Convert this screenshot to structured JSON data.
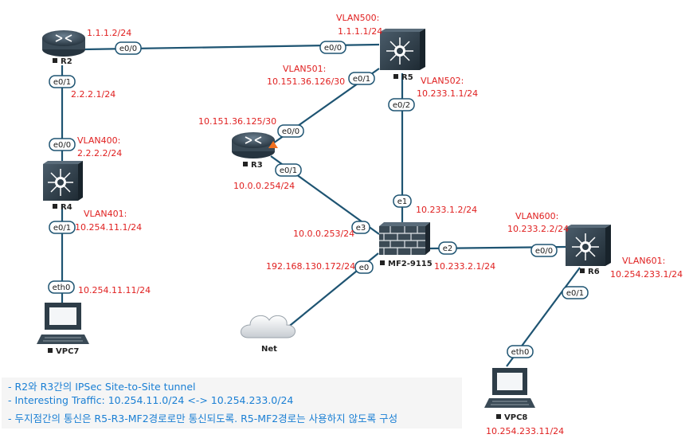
{
  "nodes": {
    "R2": {
      "name": "R2",
      "kind": "router"
    },
    "R3": {
      "name": "R3",
      "kind": "router"
    },
    "R4": {
      "name": "R4",
      "kind": "switch"
    },
    "R5": {
      "name": "R5",
      "kind": "switch"
    },
    "R6": {
      "name": "R6",
      "kind": "switch"
    },
    "MF2": {
      "name": "MF2-9115",
      "kind": "firewall"
    },
    "VPC7": {
      "name": "VPC7",
      "kind": "pc"
    },
    "VPC8": {
      "name": "VPC8",
      "kind": "pc"
    },
    "NET": {
      "name": "Net",
      "kind": "cloud"
    }
  },
  "interfaces": {
    "r2_e00": "e0/0",
    "r5_e00": "e0/0",
    "r2_e01": "e0/1",
    "r4_e00": "e0/0",
    "r5_e01": "e0/1",
    "r3_e00": "e0/0",
    "r5_e02": "e0/2",
    "r3_e01": "e0/1",
    "mf2_e1": "e1",
    "mf2_e3": "e3",
    "mf2_e2": "e2",
    "r6_e00": "e0/0",
    "mf2_e0": "e0",
    "r4_e01": "e0/1",
    "vpc7_eth0": "eth0",
    "r6_e01": "e0/1",
    "vpc8_eth0": "eth0"
  },
  "labels": {
    "r2_ip": "1.1.1.2/24",
    "r5_vlan500": "VLAN500:",
    "r5_vlan500_ip": "1.1.1.1/24",
    "r5_vlan501": "VLAN501:",
    "r5_vlan501_ip": "10.151.36.126/30",
    "r5_vlan502": "VLAN502:",
    "r5_vlan502_ip": "10.233.1.1/24",
    "r2_e01_ip": "2.2.2.1/24",
    "r4_vlan400": "VLAN400:",
    "r4_vlan400_ip": "2.2.2.2/24",
    "r3_e00_ip": "10.151.36.125/30",
    "r3_e01_ip": "10.0.0.254/24",
    "mf2_e1_ip": "10.233.1.2/24",
    "r4_vlan401": "VLAN401:",
    "r4_vlan401_ip": "10.254.11.1/24",
    "mf2_e3_ip": "10.0.0.253/24",
    "r6_vlan600": "VLAN600:",
    "r6_vlan600_ip": "10.233.2.2/24",
    "mf2_e0_ip": "192.168.130.172/24",
    "mf2_e2_ip": "10.233.2.1/24",
    "r6_vlan601": "VLAN601:",
    "r6_vlan601_ip": "10.254.233.1/24",
    "vpc7_ip": "10.254.11.11/24",
    "vpc8_ip": "10.254.233.11/24"
  },
  "notes": [
    "- R2와 R3간의 IPSec Site-to-Site tunnel",
    "- Interesting Traffic: 10.254.11.0/24 <-> 10.254.233.0/24",
    "- 두지점간의 통신은 R5-R3-MF2경로로만 통신되도록. R5-MF2경로는 사용하지 않도록 구성"
  ],
  "colors": {
    "link": "#1e5472",
    "label": "#e02020",
    "device": "#2e3d48",
    "note_text": "#1a7fd4",
    "note_bg": "#f5f5f5",
    "warning": "#f07020"
  }
}
